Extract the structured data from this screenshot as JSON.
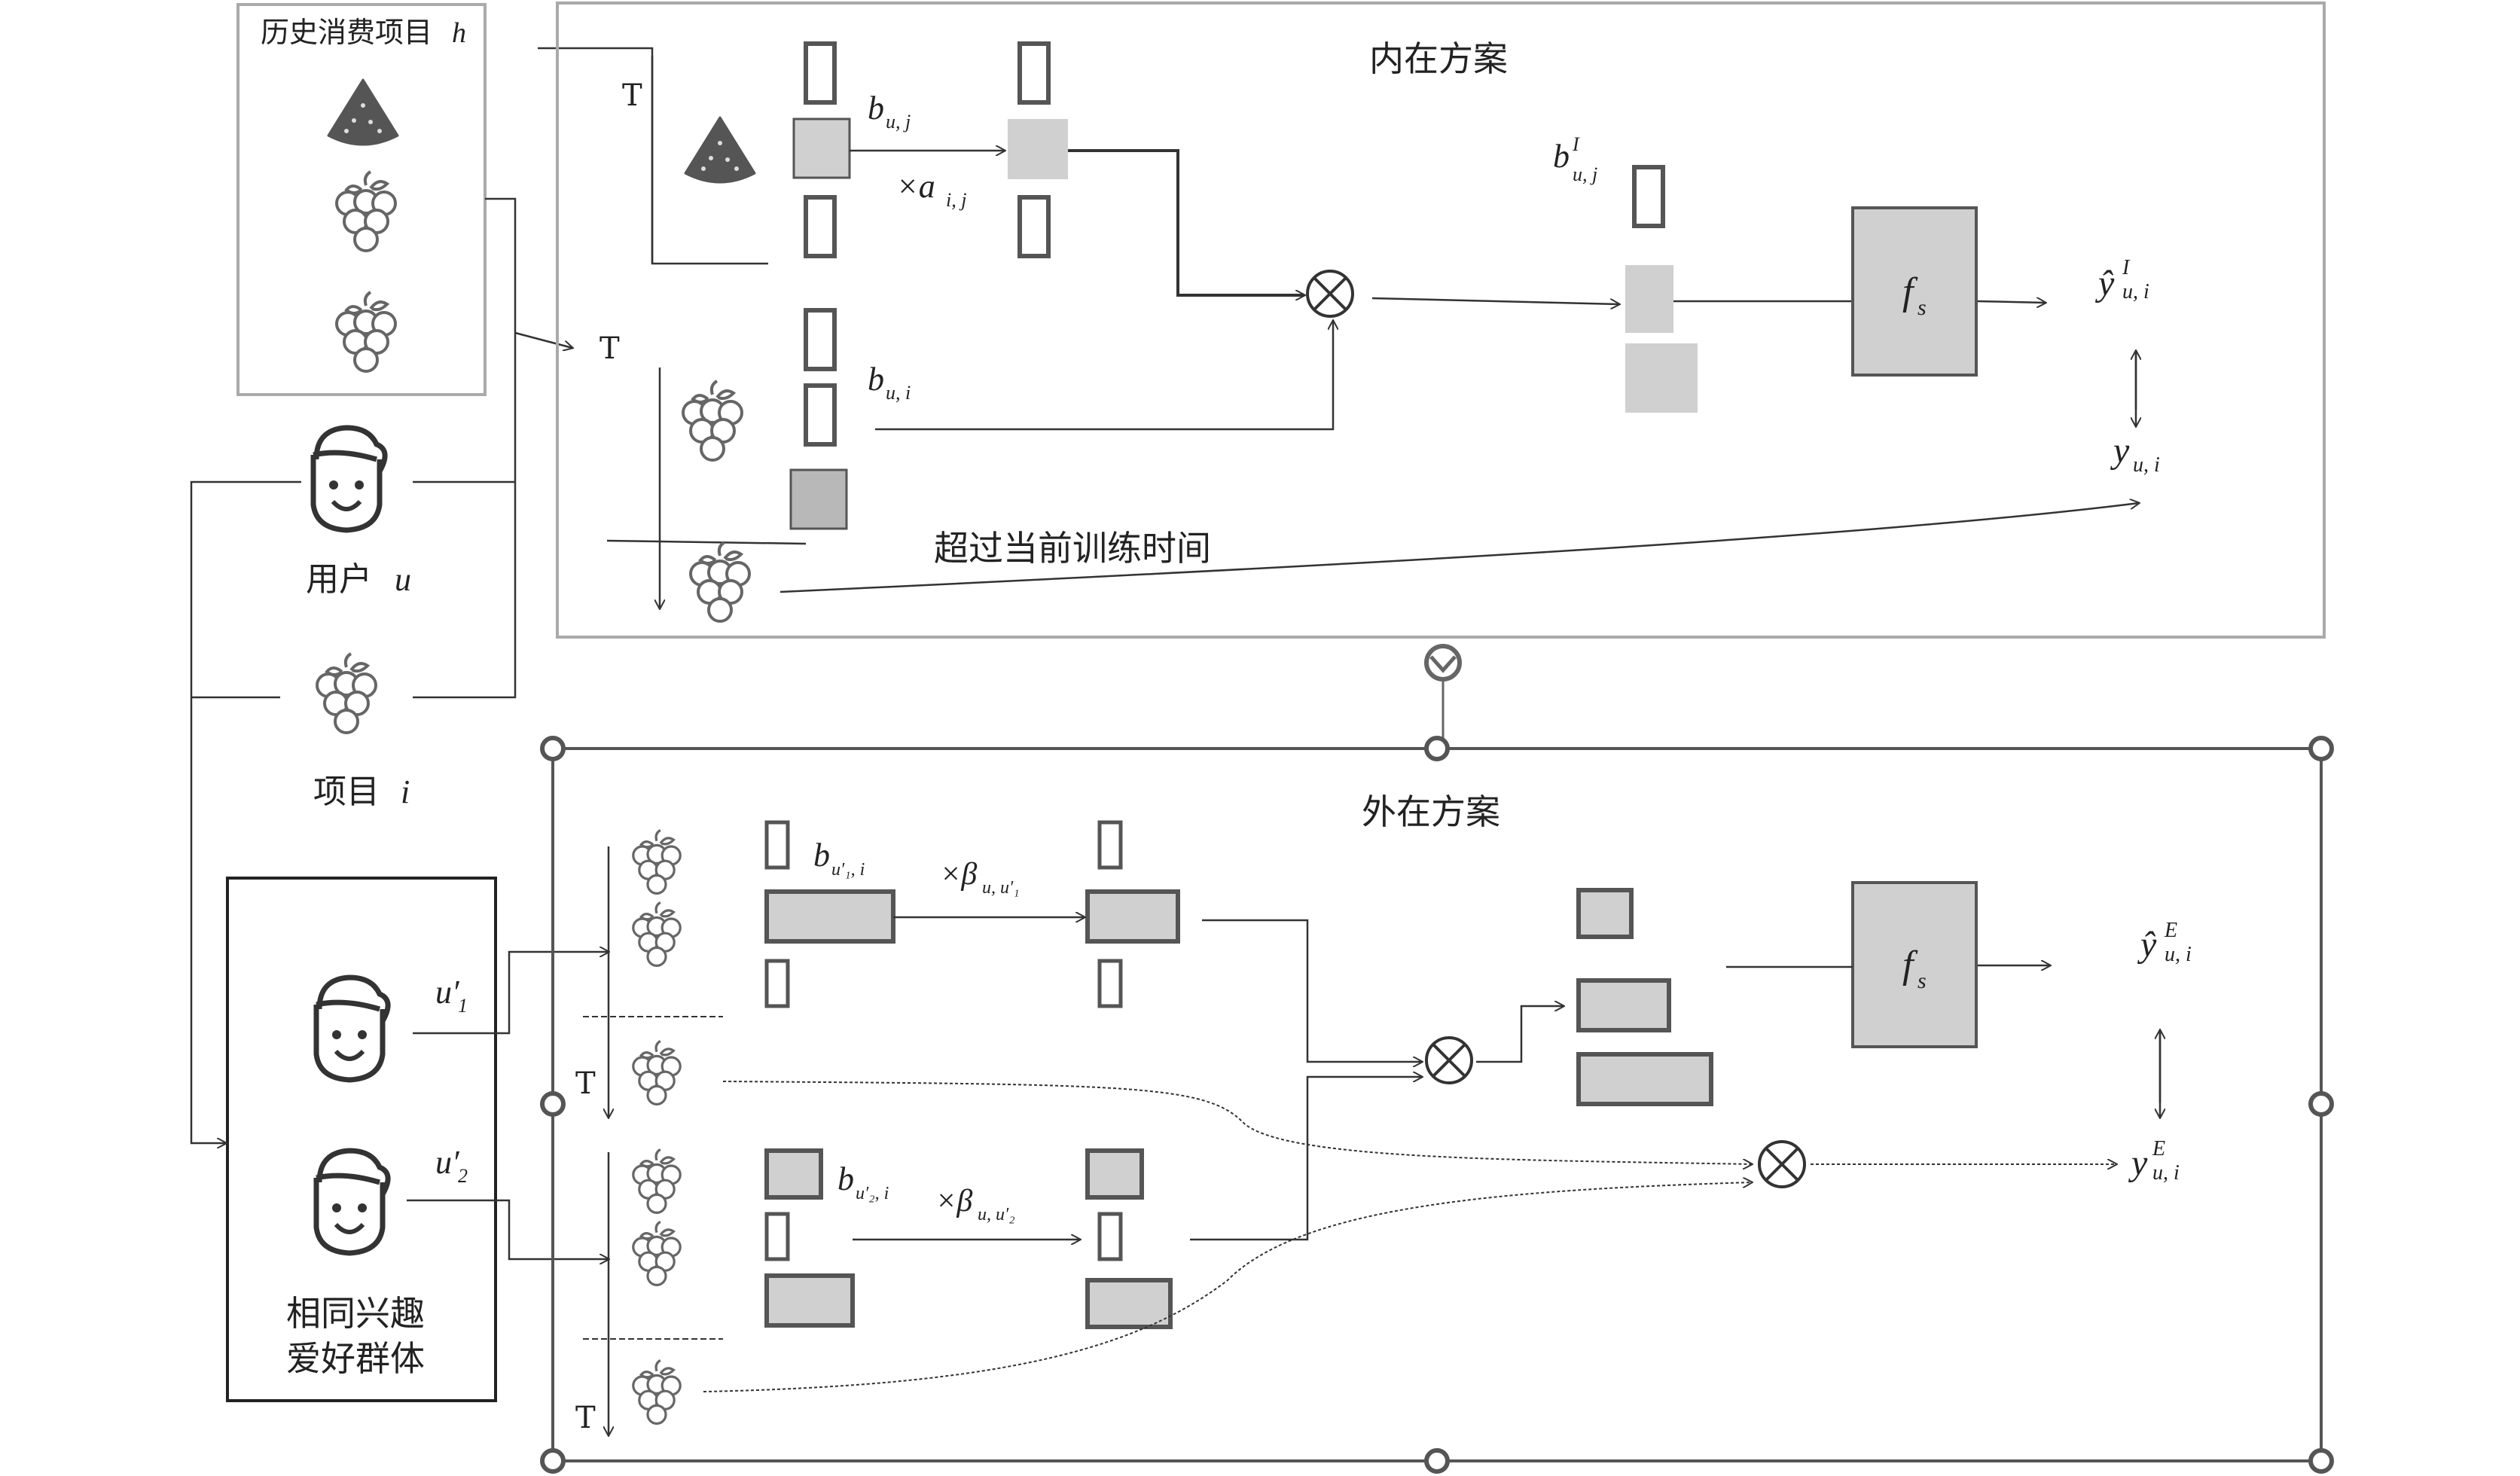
{
  "history": {
    "title": "历史消费项目",
    "var": "h"
  },
  "user": {
    "label": "用户",
    "var": "u"
  },
  "item": {
    "label": "项目",
    "var": "i"
  },
  "group": {
    "line1": "相同兴趣",
    "line2": "爱好群体",
    "u1": "u′",
    "u1_sub": "1",
    "u2": "u′",
    "u2_sub": "2"
  },
  "intrinsic": {
    "title": "内在方案",
    "t_label": "T",
    "b_uj": "b",
    "b_uj_sub": "u, j",
    "a_ij": "×a",
    "a_ij_sub": "i, j",
    "b_ui": "b",
    "b_ui_sub": "u, i",
    "bI": "b",
    "bI_sup": "I",
    "bI_sub": "u, j",
    "fs": "f",
    "fs_sub": "s",
    "yhat": "ŷ",
    "yhat_sup": "I",
    "yhat_sub": "u, i",
    "y": "y",
    "y_sub": "u, i",
    "beyond": "超过当前训练时间"
  },
  "extrinsic": {
    "title": "外在方案",
    "t_label": "T",
    "b_u1": "b",
    "b_u1_sub": "u′₁, i",
    "beta1": "×β",
    "beta1_sub": "u, u′₁",
    "b_u2": "b",
    "b_u2_sub": "u′₂, i",
    "beta2": "×β",
    "beta2_sub": "u, u′₂",
    "fs": "f",
    "fs_sub": "s",
    "yhat": "ŷ",
    "yhat_sup": "E",
    "yhat_sub": "u, i",
    "y": "y",
    "y_sub": "u, i"
  },
  "icons": [
    "watermelon-icon",
    "grape-icon",
    "face-icon",
    "rotate-handle-icon",
    "otimes-icon"
  ],
  "colors": {
    "line": "#333333",
    "box_fill": "#d0d0d0",
    "box_dark": "#b8b8b8",
    "frame": "#aaaaaa",
    "icon": "#666666"
  }
}
